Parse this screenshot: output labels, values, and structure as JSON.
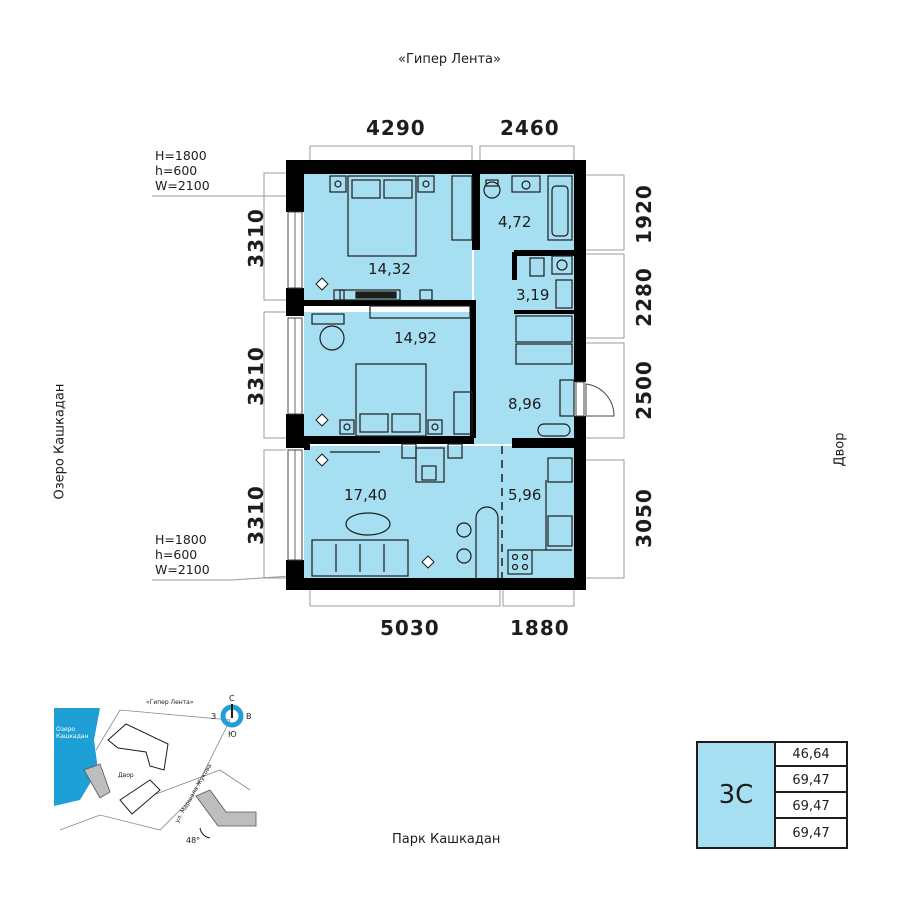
{
  "orientation": {
    "top": "«Гипер Лента»",
    "bottom": "Парк Кашкадан",
    "left": "Озеро Кашкадан",
    "right": "Двор"
  },
  "dimensions": {
    "top": [
      "4290",
      "2460"
    ],
    "bottom": [
      "5030",
      "1880"
    ],
    "left": [
      "3310",
      "3310",
      "3310"
    ],
    "right": [
      "1920",
      "2280",
      "2500",
      "3050"
    ]
  },
  "window_notes": {
    "upper": "H=1800\nh=600\nW=2100",
    "lower": "H=1800\nh=600\nW=2100"
  },
  "rooms": {
    "bedroom_1": "14,32",
    "bathroom": "4,72",
    "wc": "3,19",
    "bedroom_2": "14,92",
    "hallway": "8,96",
    "living": "17,40",
    "kitchen": "5,96"
  },
  "legend": {
    "type": "3С",
    "values": [
      "46,64",
      "69,47",
      "69,47",
      "69,47"
    ]
  },
  "site_map": {
    "top_label": "«Гипер Лента»",
    "lake_label": "Озеро Кашкадан",
    "yard_label": "Двор",
    "street_label": "ул. Маршала Жукова",
    "angle_label": "48°",
    "compass": {
      "n": "С",
      "s": "Ю",
      "w": "З",
      "e": "В"
    }
  },
  "colors": {
    "room_fill": "#a7dff2",
    "wall": "#000000",
    "accent": "#1e9fd6"
  }
}
